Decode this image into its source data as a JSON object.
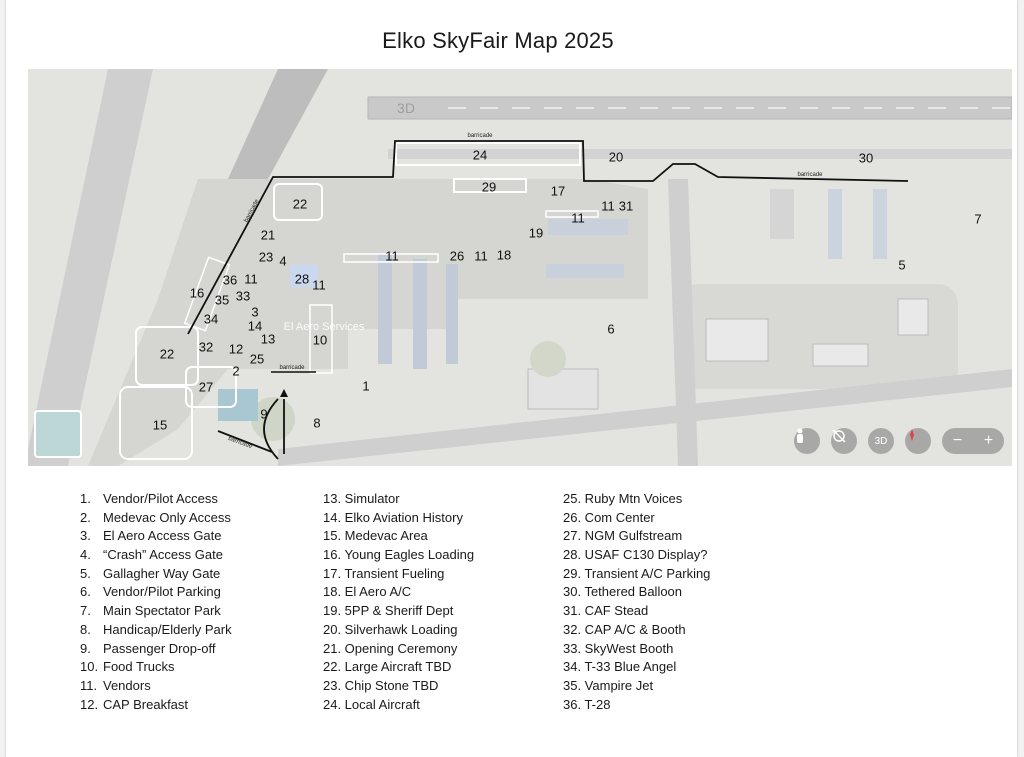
{
  "title": "Elko SkyFair Map 2025",
  "map": {
    "markers": [
      {
        "id": "24",
        "label": "24"
      },
      {
        "id": "20",
        "label": "20"
      },
      {
        "id": "30",
        "label": "30"
      },
      {
        "id": "29",
        "label": "29"
      },
      {
        "id": "17",
        "label": "17"
      },
      {
        "id": "22a",
        "label": "22"
      },
      {
        "id": "11a",
        "label": "11"
      },
      {
        "id": "31",
        "label": "31"
      },
      {
        "id": "7",
        "label": "7"
      },
      {
        "id": "21",
        "label": "21"
      },
      {
        "id": "19",
        "label": "19"
      },
      {
        "id": "23",
        "label": "23"
      },
      {
        "id": "4",
        "label": "4"
      },
      {
        "id": "11b",
        "label": "11"
      },
      {
        "id": "26",
        "label": "26"
      },
      {
        "id": "11c",
        "label": "11"
      },
      {
        "id": "18",
        "label": "18"
      },
      {
        "id": "5",
        "label": "5"
      },
      {
        "id": "36",
        "label": "36"
      },
      {
        "id": "11d",
        "label": "11"
      },
      {
        "id": "28",
        "label": "28"
      },
      {
        "id": "11e",
        "label": "11"
      },
      {
        "id": "16",
        "label": "16"
      },
      {
        "id": "35",
        "label": "35"
      },
      {
        "id": "33",
        "label": "33"
      },
      {
        "id": "3",
        "label": "3"
      },
      {
        "id": "34",
        "label": "34"
      },
      {
        "id": "14",
        "label": "14"
      },
      {
        "id": "6",
        "label": "6"
      },
      {
        "id": "13",
        "label": "13"
      },
      {
        "id": "10",
        "label": "10"
      },
      {
        "id": "22b",
        "label": "22"
      },
      {
        "id": "32",
        "label": "32"
      },
      {
        "id": "12",
        "label": "12"
      },
      {
        "id": "25",
        "label": "25"
      },
      {
        "id": "2",
        "label": "2"
      },
      {
        "id": "27",
        "label": "27"
      },
      {
        "id": "1",
        "label": "1"
      },
      {
        "id": "9",
        "label": "9"
      },
      {
        "id": "15",
        "label": "15"
      },
      {
        "id": "8",
        "label": "8"
      }
    ],
    "place_label": "El Aero Services",
    "runway_label": "3D",
    "barricade_label": "barricade",
    "controls": {
      "pegman": "pegman-icon",
      "compass_off": "location-off-icon",
      "view_3d": "3D",
      "compass": "compass-icon",
      "zoom_out": "−",
      "zoom_in": "+"
    }
  },
  "legend": {
    "col1": [
      {
        "n": "1.",
        "t": "Vendor/Pilot Access"
      },
      {
        "n": "2.",
        "t": "Medevac Only Access"
      },
      {
        "n": "3.",
        "t": "El Aero Access Gate"
      },
      {
        "n": "4.",
        "t": "“Crash” Access Gate"
      },
      {
        "n": "5.",
        "t": "Gallagher Way Gate"
      },
      {
        "n": "6.",
        "t": "Vendor/Pilot Parking"
      },
      {
        "n": "7.",
        "t": "Main Spectator Park"
      },
      {
        "n": "8.",
        "t": "Handicap/Elderly Park"
      },
      {
        "n": "9.",
        "t": "Passenger Drop-off"
      },
      {
        "n": "10.",
        "t": "Food Trucks"
      },
      {
        "n": "11.",
        "t": "Vendors"
      },
      {
        "n": "12.",
        "t": "CAP Breakfast"
      }
    ],
    "col2": [
      "13. Simulator",
      "14. Elko Aviation History",
      "15. Medevac Area",
      "16. Young Eagles Loading",
      "17. Transient Fueling",
      "18. El Aero A/C",
      "19. 5PP & Sheriff Dept",
      "20. Silverhawk Loading",
      "21. Opening Ceremony",
      "22. Large Aircraft TBD",
      "23. Chip Stone TBD",
      "24. Local Aircraft"
    ],
    "col3": [
      "25. Ruby Mtn Voices",
      "26. Com Center",
      "27. NGM Gulfstream",
      "28. USAF C130 Display?",
      "29. Transient A/C Parking",
      "30. Tethered Balloon",
      "31. CAF Stead",
      "32. CAP A/C & Booth",
      "33. SkyWest Booth",
      "34. T-33 Blue Angel",
      "35. Vampire Jet",
      "36. T-28"
    ]
  }
}
